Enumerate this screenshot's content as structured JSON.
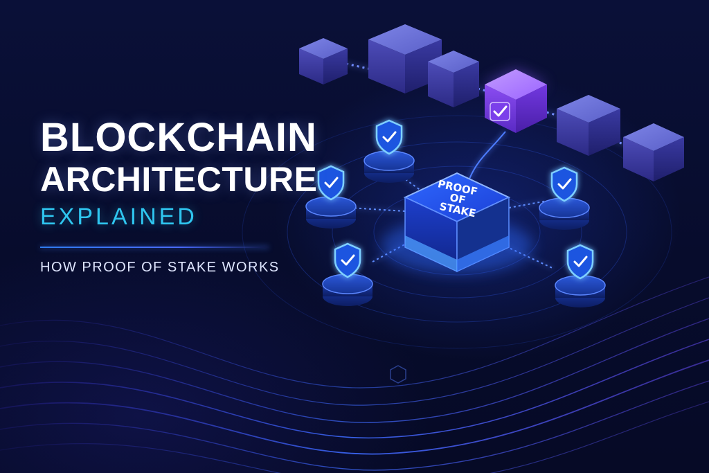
{
  "headline": {
    "line1": "BLOCKCHAIN",
    "line2": "ARCHITECTURE",
    "line3": "EXPLAINED"
  },
  "tagline": "HOW PROOF OF STAKE WORKS",
  "central_block": {
    "label_line1": "PROOF",
    "label_line2": "OF",
    "label_line3": "STAKE"
  },
  "colors": {
    "background": "#070d2e",
    "accent_cyan": "#2fc6f0",
    "accent_blue": "#2f6bff",
    "accent_purple": "#8a5cff"
  },
  "icons": [
    "cube-icon",
    "check-icon",
    "shield-check-icon"
  ]
}
